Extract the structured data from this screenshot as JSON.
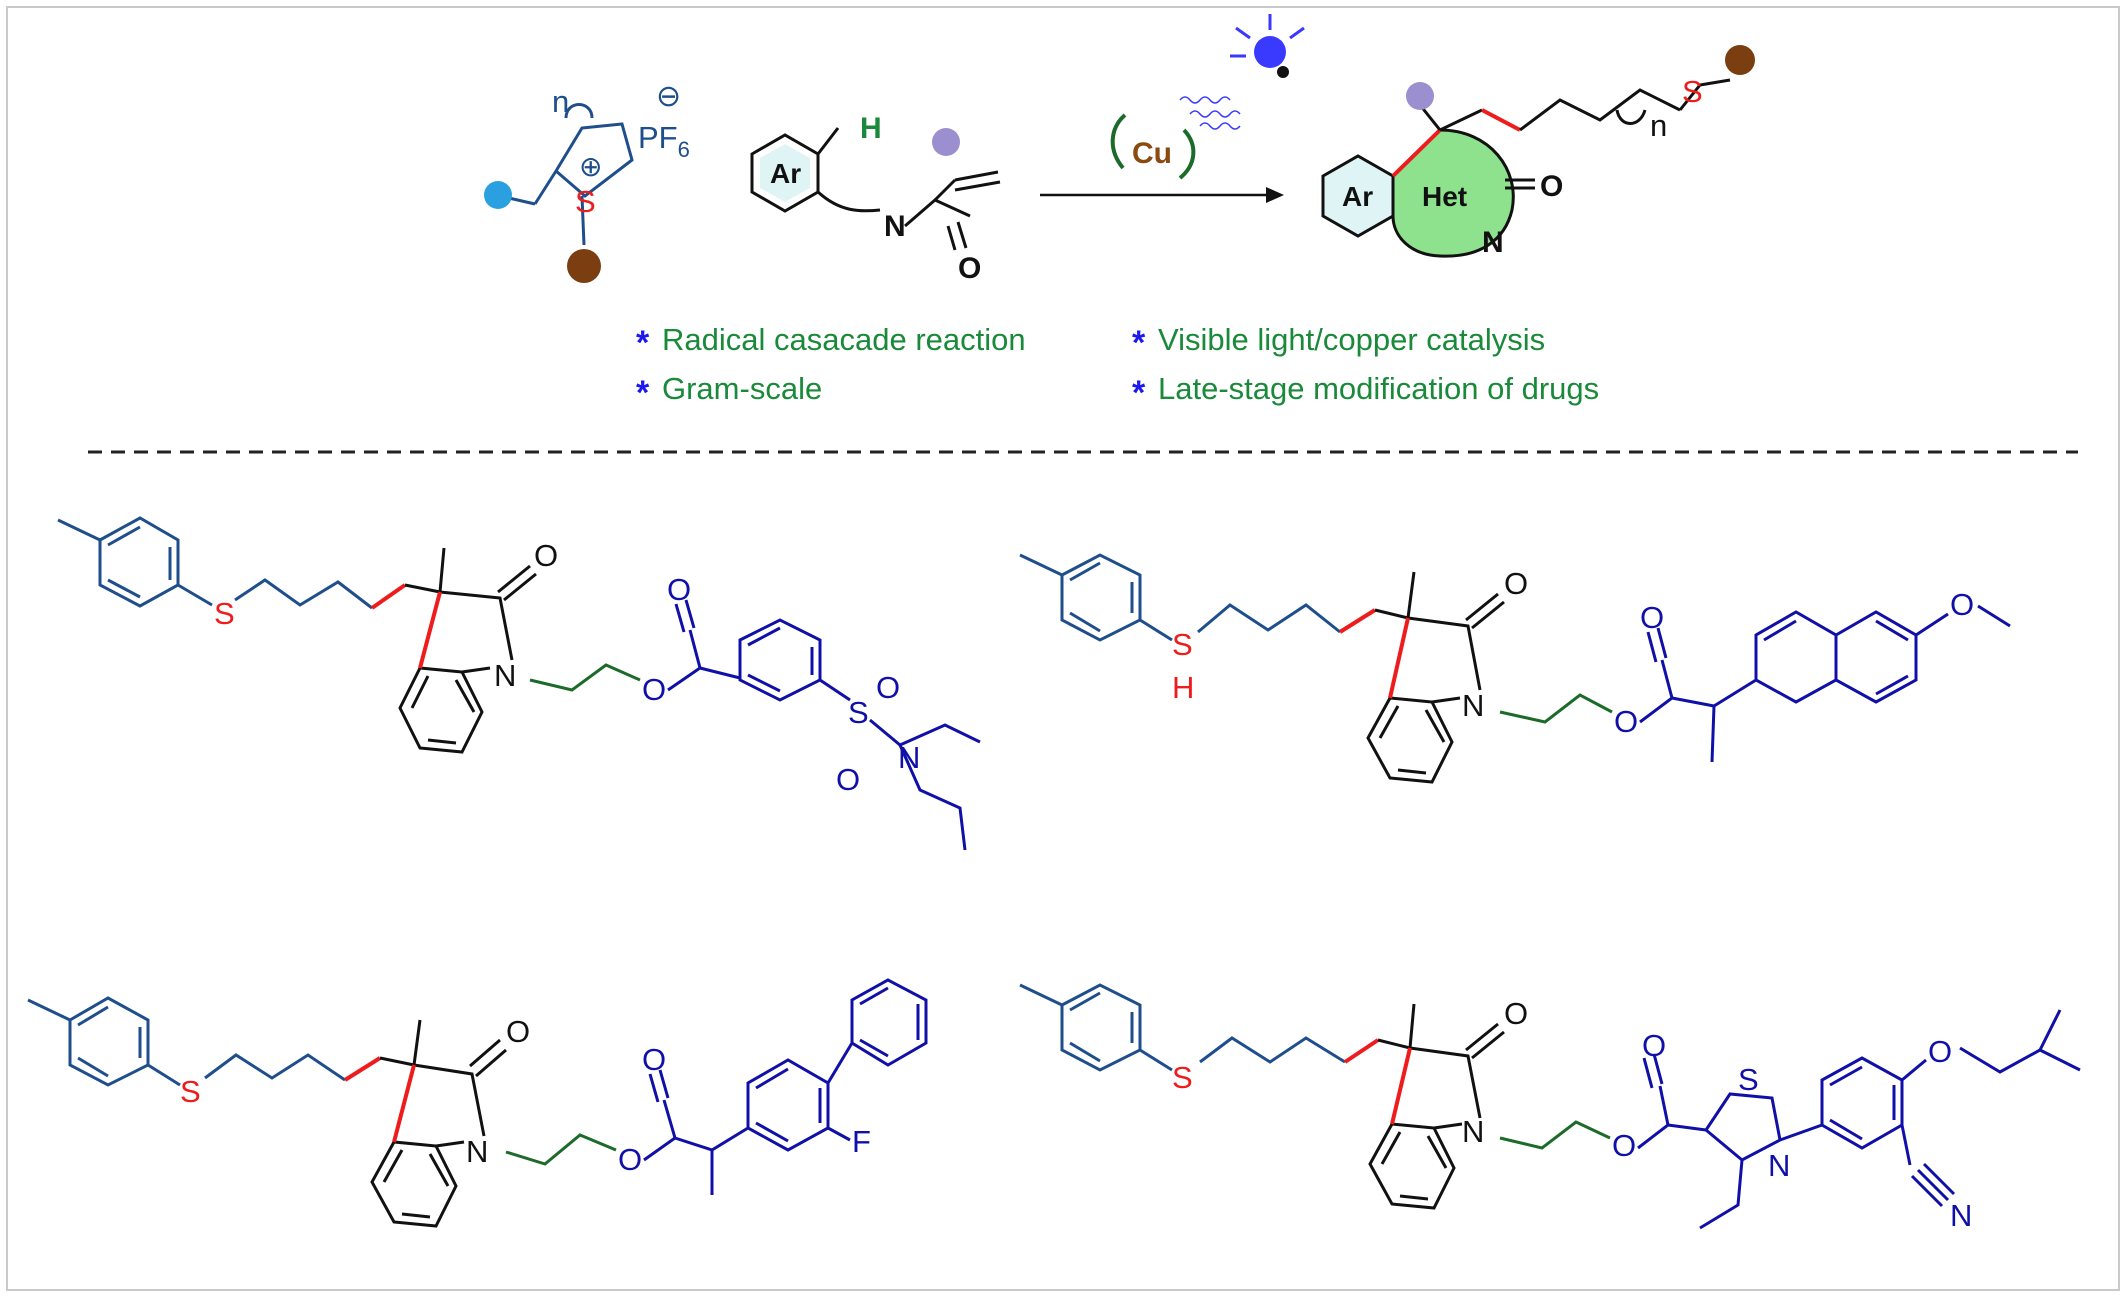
{
  "scheme": {
    "reagent": {
      "charge_plus": "⊕",
      "charge_minus": "⊖",
      "counterion_main": "PF",
      "counterion_sub": "6",
      "ring_index": "n",
      "sulfur": "S"
    },
    "substrate": {
      "aryl": "Ar",
      "h": "H",
      "n": "N",
      "o": "O"
    },
    "catalyst": "Cu",
    "product": {
      "aryl": "Ar",
      "heterocycle": "Het",
      "carbonyl": "O",
      "n": "N",
      "index": "n",
      "sulfur": "S"
    }
  },
  "features": [
    {
      "star": "*",
      "text": "Radical casacade reaction"
    },
    {
      "star": "*",
      "text": "Gram-scale"
    },
    {
      "star": "*",
      "text": "Visible light/copper catalysis"
    },
    {
      "star": "*",
      "text": "Late-stage modification of drugs"
    }
  ],
  "atoms": {
    "s": "S",
    "h": "H",
    "o": "O",
    "n": "N",
    "f": "F"
  },
  "colors": {
    "green_text": "#1a8a3a",
    "blue_star": "#1a1aee",
    "red_bond": "#ee1c1c",
    "navy": "#1f4e8c",
    "drug_blue": "#1010a8",
    "linker_green": "#1d6b2a",
    "light_teal": "#dff5f5",
    "het_green": "#8ee28e",
    "brown": "#7a3e10",
    "lavender": "#9b8fd0",
    "reagent_blue": "#2aa0e0",
    "cu_brown": "#8a4a10"
  }
}
